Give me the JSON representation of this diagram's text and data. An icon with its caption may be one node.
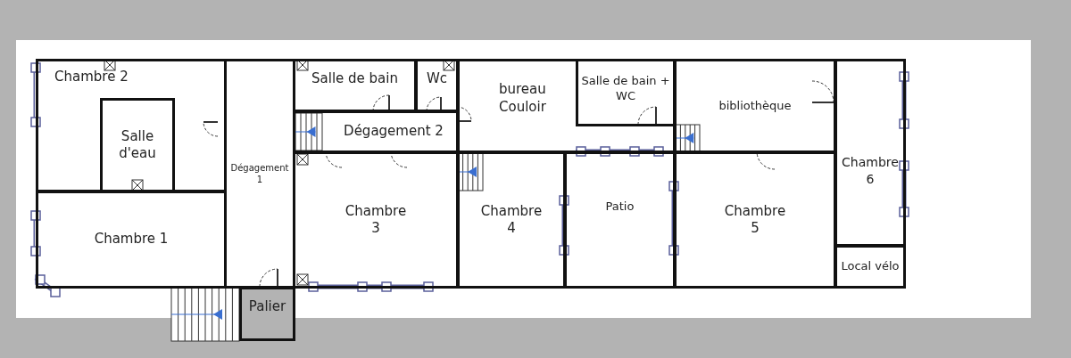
{
  "diagram": {
    "nodes": [
      {
        "text": [
          "Chambre 2"
        ]
      },
      {
        "text": [
          "Salle d'eau"
        ],
        "in": 0
      },
      {
        "text": [
          "Dégagement 1"
        ]
      },
      {
        "text": [
          "Salle de bain"
        ]
      },
      {
        "text": [
          "Wc"
        ]
      },
      {
        "text": [
          "bureau",
          "Couloir"
        ]
      },
      {
        "text": [
          "Salle de bain + WC"
        ],
        "in": 5
      },
      {
        "text": [
          "bibliothèque"
        ]
      },
      {
        "text": [
          "Chambre",
          "6"
        ]
      },
      {
        "text": [
          "Dégagement 2"
        ]
      },
      {
        "text": [
          "Chambre",
          "3"
        ]
      },
      {
        "text": [
          "Chambre",
          "4"
        ]
      },
      {
        "text": [
          "Patio"
        ]
      },
      {
        "text": [
          "Chambre",
          "5"
        ]
      },
      {
        "text": [
          "Chambre 1"
        ]
      },
      {
        "text": [
          "Local vélo"
        ]
      },
      {
        "text": [
          "Palier"
        ]
      }
    ]
  }
}
